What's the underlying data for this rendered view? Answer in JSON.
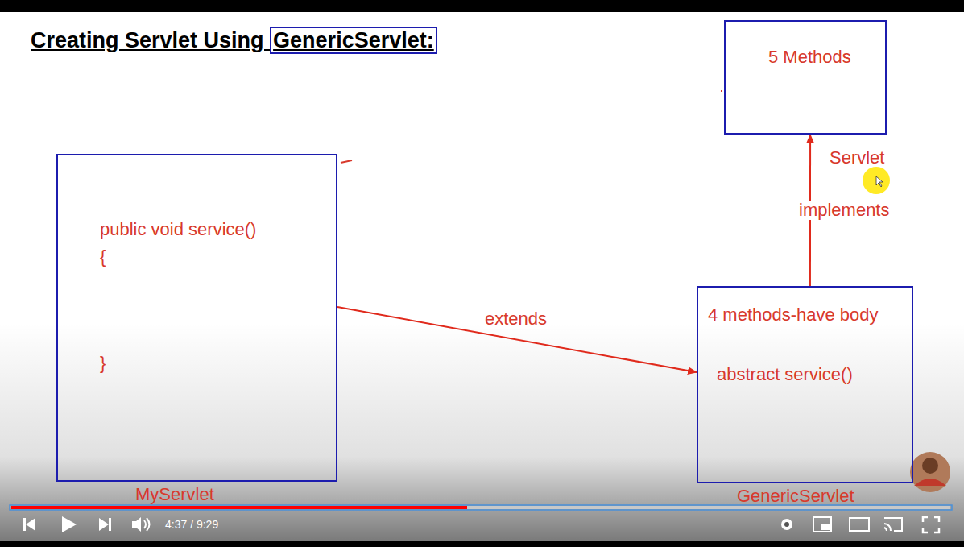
{
  "diagram": {
    "title": "Creating Servlet Using GenericServlet:",
    "nodes": [
      {
        "text": [
          "5 Methods",
          "Servlet"
        ]
      },
      {
        "text": [
          "public void service()",
          "{",
          "}",
          "MyServlet"
        ]
      },
      {
        "text": [
          "4 methods-have body",
          "abstract service()",
          "GenericServlet"
        ]
      }
    ],
    "edges": [
      {
        "from": 1,
        "to": 2,
        "label": "extends",
        "arrow": "to"
      },
      {
        "from": 2,
        "to": 0,
        "label": "implements",
        "arrow": "to"
      }
    ],
    "labels": [
      "4:37 / 9:29"
    ]
  }
}
